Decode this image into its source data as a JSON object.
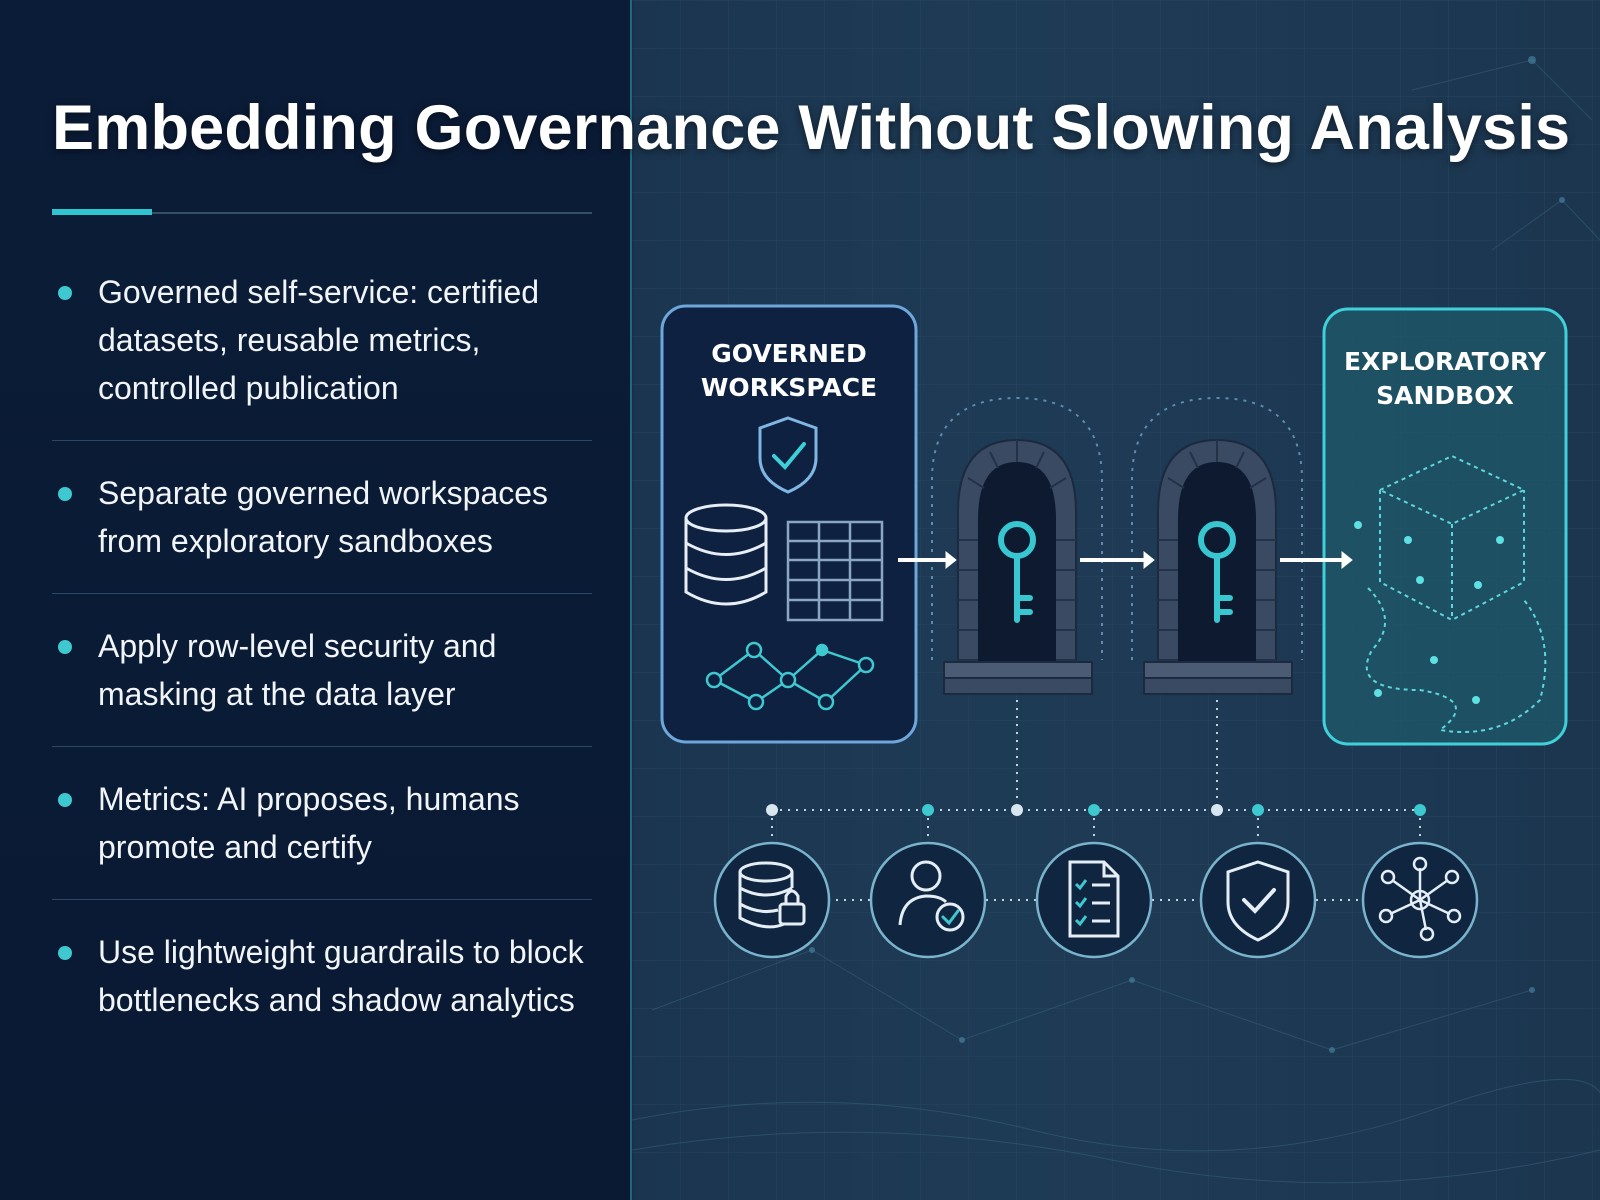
{
  "title": "Embedding Governance Without Slowing Analysis",
  "bullets": [
    "Governed self-service: certified datasets, reusable metrics, controlled publication",
    "Separate governed workspaces from exploratory sandboxes",
    "Apply row-level security and masking at the data layer",
    "Metrics: AI proposes, humans promote and certify",
    "Use lightweight guardrails to block bottlenecks and shadow analytics"
  ],
  "diagram": {
    "governed_box": {
      "line1": "GOVERNED",
      "line2": "WORKSPACE"
    },
    "sandbox_box": {
      "line1": "EXPLORATORY",
      "line2": "SANDBOX"
    },
    "gates": [
      "key-icon",
      "key-icon"
    ],
    "bottom_icons": [
      "database-lock-icon",
      "user-check-icon",
      "checklist-icon",
      "shield-check-icon",
      "network-node-icon"
    ]
  },
  "colors": {
    "accent": "#2ec4d0",
    "left_bg": "#0b1c38",
    "right_bg": "#1e3b55",
    "governed_border": "#6ea7dc",
    "sandbox_border": "#3fd0d8"
  }
}
